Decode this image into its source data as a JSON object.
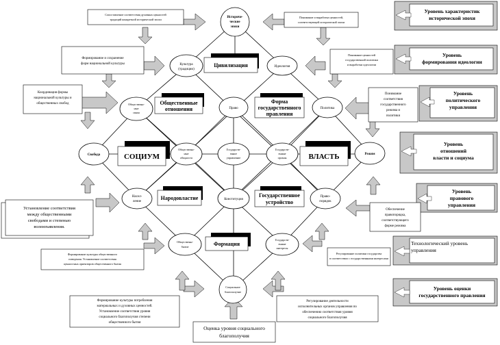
{
  "nodes": {
    "top": [
      "Историче-",
      "ческие",
      "эпохи"
    ],
    "culture": [
      "Культура",
      "(традиции)"
    ],
    "ideology": [
      "Идеология"
    ],
    "social_relations_node": [
      "Общественн-",
      "ные",
      "связи"
    ],
    "law": [
      "Право"
    ],
    "politics": [
      "Политика"
    ],
    "freedom": [
      "Свобода"
    ],
    "social_communities": [
      "Общественн-",
      "ные",
      "общности"
    ],
    "state_regulation": [
      "Государств-",
      "енное",
      "управление"
    ],
    "state_organs": [
      "Государств-",
      "енные",
      "органы"
    ],
    "regime": [
      "Режим"
    ],
    "population": [
      "Насел-",
      "ление"
    ],
    "constitution": [
      "Конституция"
    ],
    "rights_order": [
      "Право-",
      "порядок"
    ],
    "social_being": [
      "Общественн-",
      "бытие"
    ],
    "state_interests": [
      "Государств-",
      "енные",
      "интересы"
    ],
    "welfare": [
      "Социальное",
      "благополучие"
    ]
  },
  "labels": {
    "civilization": "Цивилизация",
    "social_relations": [
      "Общественные",
      "отношения"
    ],
    "state_form": [
      "Форма",
      "государственного",
      "правления"
    ],
    "socium": "СОЦИУМ",
    "vlast": "ВЛАСТЬ",
    "nationality": "Народовластие",
    "state_structure": [
      "Государственное",
      "устройство"
    ],
    "formation": "Формация"
  },
  "side_notes": {
    "top_left": [
      "Сопоставление соответствия духовных ценностей",
      "традиций конкретной исторической эпохи"
    ],
    "top_right": [
      "Понимание и выработка ценностей,",
      "соответствующей исторической эпохи"
    ],
    "culture_left": [
      "Формирование и сохранение",
      "форм национальной культуры"
    ],
    "ideology_right": [
      "Понимание ценностей",
      "государственной политики",
      "и выработки идеологии"
    ],
    "coord_left": [
      "Координация формы",
      "национальной культуры и",
      "общественных свобод"
    ],
    "politics_right": [
      "Понимание",
      "соответствия",
      "государственного",
      "режима и",
      "политики"
    ],
    "freedom_left": [
      "Установление соответствия",
      "между общественными",
      "свободами и степенью",
      "волеизъявления."
    ],
    "regime_right": [
      "Обеспечение",
      "правопорядка,",
      "соответствующего",
      "форме режима"
    ],
    "being_left": [
      "Формирование культуры общественного",
      "поведения. Установление соответствия",
      "ценностных ориентиров общественного бытия"
    ],
    "interests_right": [
      "Регулирование политики государства",
      "в соответствии с государственными интересами"
    ],
    "bottom_left": [
      "Формирование культуры потребления",
      "материальных и духовных ценностей.",
      "Установление соответствия уровня",
      "социального благополучия степени",
      "общественного бытия"
    ],
    "bottom_right": [
      "Регулирование деятельности",
      "исполнительных органов управления по",
      "обеспечению соответствия уровня",
      "социального благополучия"
    ],
    "bottom_center": [
      "Оценка уровня социального",
      "благополучия"
    ]
  },
  "levels": [
    [
      "Уровень характеристик",
      "исторической эпохи"
    ],
    [
      "Уровень",
      "формирования идеологии"
    ],
    [
      "Уровень",
      "политического",
      "управления"
    ],
    [
      "Уровень",
      "отношений",
      "власти и социума"
    ],
    [
      "Уровень",
      "правового",
      "управления"
    ],
    [
      "Технологический уровень",
      "управления"
    ],
    [
      "Уровень оценки",
      "государственного правления"
    ]
  ],
  "colors": {
    "arrow_fill": "#c8c8c8",
    "label_shadow": "#000000",
    "level_box_fill": "#c8c8c8"
  }
}
